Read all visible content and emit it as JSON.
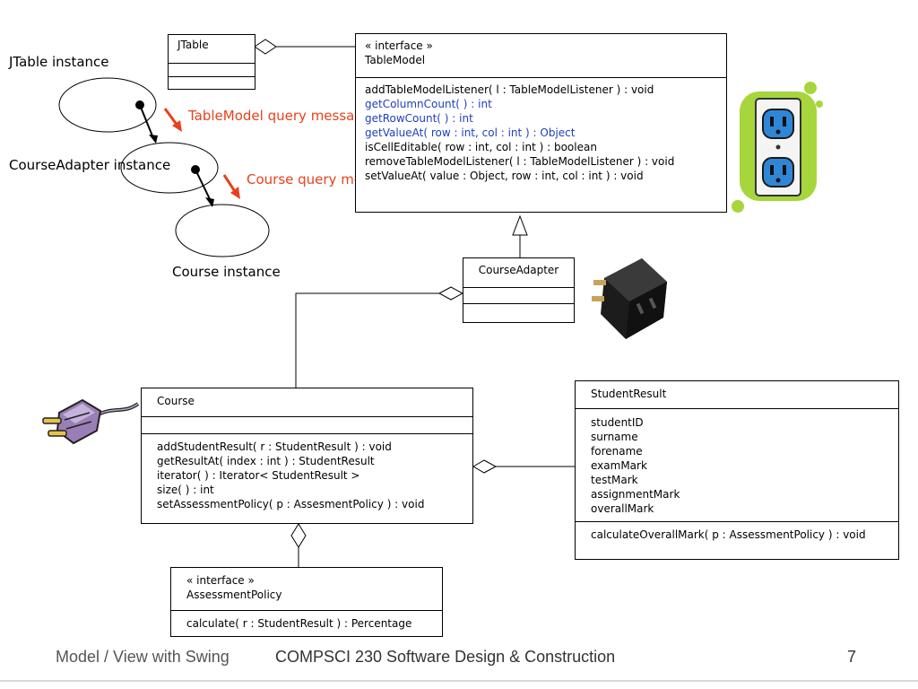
{
  "object_diagram": {
    "jtable_instance": "JTable instance",
    "course_adapter_instance": [
      "CourseAdapter",
      "instance"
    ],
    "course_instance": "Course instance",
    "tablemodel_query": [
      "TableModel query",
      "message"
    ],
    "course_query": [
      "Course query",
      "message"
    ]
  },
  "classes": {
    "jtable": {
      "name": "JTable"
    },
    "tablemodel": {
      "stereotype": "« interface »",
      "name": "TableModel",
      "methods": [
        "addTableModelListener( l : TableModelListener ) : void",
        "getColumnCount( ) : int",
        "getRowCount( ) : int",
        "getValueAt( row : int, col : int ) : Object",
        "isCellEditable(  row : int, col : int ) : boolean",
        "removeTableModelListener( l : TableModelListener ) : void",
        "setValueAt( value : Object, row : int, col : int ) : void"
      ],
      "highlighted_method_indices": [
        1,
        2,
        3
      ],
      "highlight_color": "#1f3fbf"
    },
    "course_adapter": {
      "name": "CourseAdapter"
    },
    "course": {
      "name": "Course",
      "methods": [
        "addStudentResult( r : StudentResult ) : void",
        "getResultAt( index : int ) : StudentResult",
        "iterator( ) : Iterator< StudentResult >",
        "size( ) : int",
        "setAssessmentPolicy(  p : AssesmentPolicy ) : void"
      ]
    },
    "student_result": {
      "name": "StudentResult",
      "attributes": [
        "studentID",
        "surname",
        "forename",
        "examMark",
        "testMark",
        "assignmentMark",
        "overallMark"
      ],
      "methods": [
        "calculateOverallMark( p : AssessmentPolicy ) : void"
      ]
    },
    "assessment_policy": {
      "stereotype": "« interface »",
      "name": "AssessmentPolicy",
      "methods": [
        "calculate( r : StudentResult ) : Percentage"
      ]
    }
  },
  "images": {
    "outlet": "power-outlet",
    "adapter": "plug-adapter",
    "plug": "electric-plug"
  },
  "footer": {
    "left": "Model / View with Swing",
    "center": "COMPSCI 230 Software Design & Construction",
    "page": "7"
  },
  "colors": {
    "message_red": "#e8411c",
    "outlet_green": "#a6d63c",
    "outlet_blue": "#2f86d6"
  }
}
